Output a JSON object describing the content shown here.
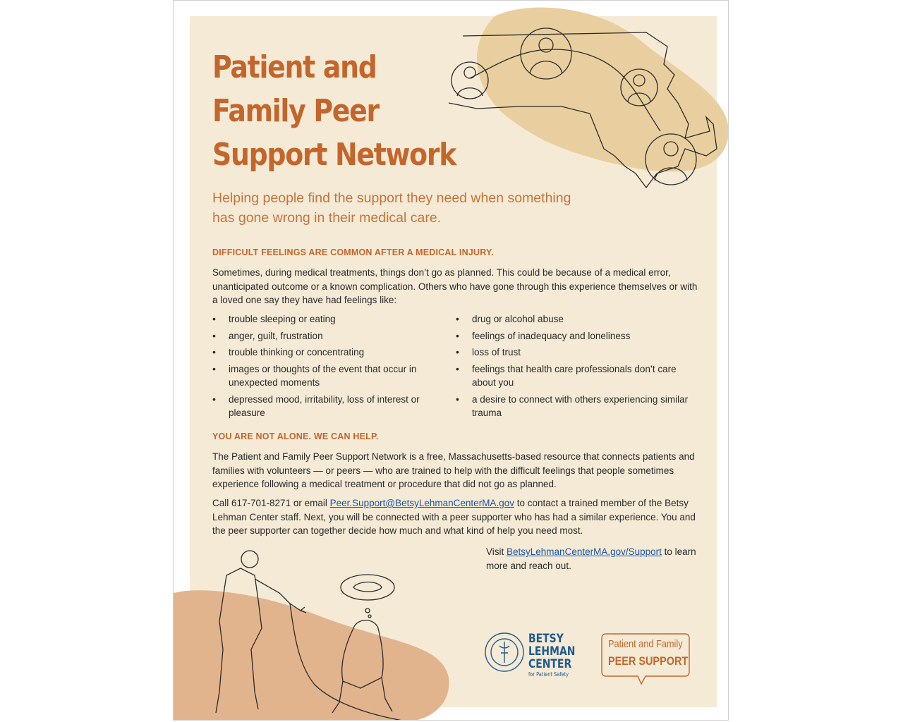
{
  "title": "Patient and\nFamily Peer\nSupport  Network",
  "subtitle": "Helping people find the support they need when something has gone wrong in their medical care.",
  "section1": {
    "heading": "DIFFICULT FEELINGS ARE COMMON AFTER A MEDICAL INJURY.",
    "intro": "Sometimes, during medical treatments, things don’t go as planned. This could be because of a medical error, unanticipated outcome or a known complication. Others who have gone through this experience themselves or with a loved one say they have had feelings like:",
    "list_left": [
      "trouble sleeping or eating",
      "anger, guilt, frustration",
      "trouble thinking or concentrating",
      "images or thoughts of the event that occur in unexpected moments",
      "depressed mood, irritability, loss of interest or pleasure"
    ],
    "list_right": [
      "drug or alcohol abuse",
      "feelings of inadequacy and loneliness",
      "loss of trust",
      "feelings that health care professionals don’t care about you",
      "a desire to connect with others experiencing similar trauma"
    ]
  },
  "section2": {
    "heading": "YOU ARE NOT ALONE. WE CAN HELP.",
    "para1": "The Patient and Family Peer Support Network is a free, Massachusetts-based resource that connects patients and families with volunteers — or peers — who are trained to help with the difficult feelings that people sometimes experience following a medical treatment or procedure that did not go as planned.",
    "para2_before": "Call 617-701-8271 or email ",
    "email": "Peer.Support@BetsyLehmanCenterMA.gov",
    "para2_after": " to contact a trained member of the Betsy Lehman Center staff. Next, you will be connected with a peer supporter who has had a similar experience. You and the peer supporter can together decide how much and what kind of help you need most.",
    "visit_before": "Visit ",
    "visit_link": "BetsyLehmanCenterMA.gov/Support",
    "visit_after": " to learn more and reach out."
  },
  "logos": {
    "betsy_line1": "BETSY",
    "betsy_line2": "LEHMAN",
    "betsy_line3": "CENTER",
    "betsy_sub": "for Patient Safety",
    "peer_line1": "Patient and Family",
    "peer_line2": "PEER SUPPORT"
  },
  "colors": {
    "accent": "#c4662b",
    "panel": "#f5ead6",
    "blob": "#e9cf9f",
    "blob_bottom": "#e2b48e",
    "link": "#1a56a8",
    "logo_blue": "#1f5a8f"
  }
}
